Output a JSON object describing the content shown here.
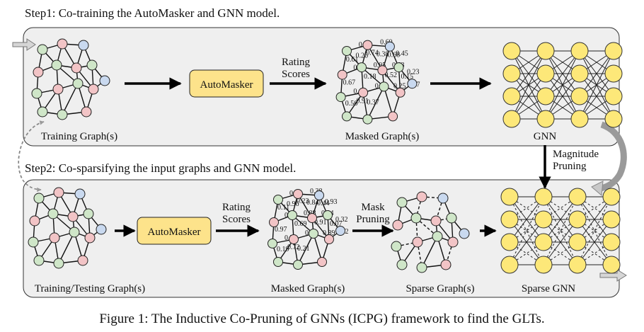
{
  "step1_title": "Step1: Co-training the AutoMasker and GNN model.",
  "step2_title": "Step2: Co-sparsifying the input graphs and GNN model.",
  "automasker_label": "AutoMasker",
  "rating_scores_line1": "Rating",
  "rating_scores_line2": "Scores",
  "mask_pruning_line1": "Mask",
  "mask_pruning_line2": "Pruning",
  "magnitude_pruning_line1": "Magnitude",
  "magnitude_pruning_line2": "Pruning",
  "labels": {
    "training_graphs": "Training Graph(s)",
    "masked_graphs": "Masked Graph(s)",
    "gnn": "GNN",
    "training_testing_graphs": "Training/Testing Graph(s)",
    "sparse_graphs": "Sparse Graph(s)",
    "sparse_gnn": "Sparse GNN"
  },
  "caption": "Figure 1: The Inductive Co-Pruning of GNNs (ICPG) framework to find the GLTs.",
  "colors": {
    "node_green": "#cfe6c8",
    "node_pink": "#f2c4c6",
    "node_blue": "#c9d9ef",
    "neuron_yellow": "#fde879",
    "automasker_fill": "#fde38b",
    "panel_fill": "#efefef",
    "io_arrow_fill": "#d6d6d6"
  },
  "top_weights": [
    "0.13",
    "0.69",
    "0.61",
    "0.26",
    "0.74",
    "0.38",
    "0.45",
    "0.68",
    "0.63",
    "0.95",
    "0.63",
    "0.23",
    "0.67",
    "0.18",
    "0.52",
    "0.15",
    "0.18",
    "0.18",
    "0.25",
    "0.77",
    "0.56",
    "0.91",
    "0.37"
  ],
  "bottom_weights": [
    "0.86",
    "0.38",
    "0.11",
    "0.96",
    "0.23",
    "0.84",
    "0.93",
    "0.44",
    "0.12",
    "0.88",
    "0.24",
    "0.32",
    "0.97",
    "0.69",
    "0.91",
    "0.07",
    "0.58",
    "0.88",
    "0.89",
    "0.42",
    "0.19",
    "0.72",
    "0.21"
  ]
}
